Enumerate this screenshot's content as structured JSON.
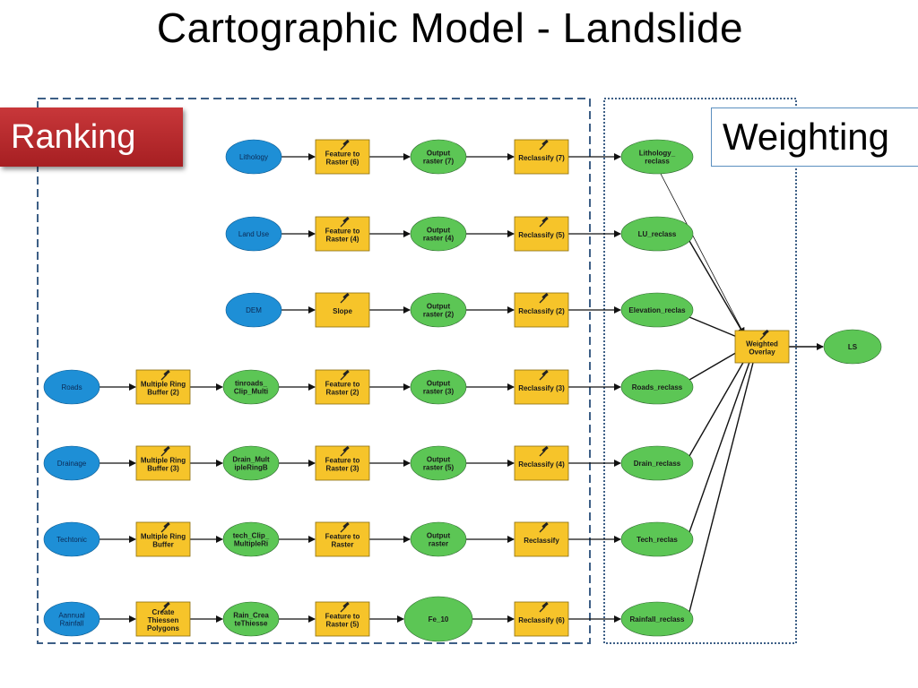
{
  "title": "Cartographic Model - Landslide",
  "labels": {
    "ranking": "Ranking",
    "weighting": "Weighting"
  },
  "colors": {
    "input": "#1e8fd6",
    "tool": "#f6c42a",
    "output": "#5cc655",
    "ranking_tag": "#b8282b",
    "frame": "#3d5f86"
  },
  "icons": {
    "tool": "hammer-icon"
  },
  "rows": [
    {
      "id": "lithology",
      "input": "Lithology",
      "steps": [
        {
          "kind": "tool",
          "lines": [
            "Feature to",
            "Raster (6)"
          ]
        },
        {
          "kind": "output",
          "lines": [
            "Output",
            "raster (7)"
          ]
        },
        {
          "kind": "tool",
          "lines": [
            "Reclassify (7)"
          ]
        }
      ],
      "result": [
        "Lithology_",
        "reclass"
      ]
    },
    {
      "id": "landuse",
      "input": "Land Use",
      "steps": [
        {
          "kind": "tool",
          "lines": [
            "Feature to",
            "Raster (4)"
          ]
        },
        {
          "kind": "output",
          "lines": [
            "Output",
            "raster (4)"
          ]
        },
        {
          "kind": "tool",
          "lines": [
            "Reclassify (5)"
          ]
        }
      ],
      "result": [
        "LU_reclass"
      ]
    },
    {
      "id": "dem",
      "input": "DEM",
      "steps": [
        {
          "kind": "tool",
          "lines": [
            "Slope"
          ]
        },
        {
          "kind": "output",
          "lines": [
            "Output",
            "raster (2)"
          ]
        },
        {
          "kind": "tool",
          "lines": [
            "Reclassify (2)"
          ]
        }
      ],
      "result": [
        "Elevation_reclas"
      ]
    },
    {
      "id": "roads",
      "input": "Roads",
      "pre": [
        {
          "kind": "tool",
          "lines": [
            "Multiple Ring",
            "Buffer (2)"
          ]
        },
        {
          "kind": "output",
          "lines": [
            "tinroads_",
            "Clip_Multi"
          ]
        }
      ],
      "steps": [
        {
          "kind": "tool",
          "lines": [
            "Feature to",
            "Raster (2)"
          ]
        },
        {
          "kind": "output",
          "lines": [
            "Output",
            "raster (3)"
          ]
        },
        {
          "kind": "tool",
          "lines": [
            "Reclassify (3)"
          ]
        }
      ],
      "result": [
        "Roads_reclass"
      ]
    },
    {
      "id": "drainage",
      "input": "Drainage",
      "pre": [
        {
          "kind": "tool",
          "lines": [
            "Multiple Ring",
            "Buffer (3)"
          ]
        },
        {
          "kind": "output",
          "lines": [
            "Drain_Mult",
            "ipleRingB"
          ]
        }
      ],
      "steps": [
        {
          "kind": "tool",
          "lines": [
            "Feature to",
            "Raster (3)"
          ]
        },
        {
          "kind": "output",
          "lines": [
            "Output",
            "raster (5)"
          ]
        },
        {
          "kind": "tool",
          "lines": [
            "Reclassify (4)"
          ]
        }
      ],
      "result": [
        "Drain_reclass"
      ]
    },
    {
      "id": "techtonic",
      "input": "Techtonic",
      "pre": [
        {
          "kind": "tool",
          "lines": [
            "Multiple Ring",
            "Buffer"
          ]
        },
        {
          "kind": "output",
          "lines": [
            "tech_Clip_",
            "MultipleRi"
          ]
        }
      ],
      "steps": [
        {
          "kind": "tool",
          "lines": [
            "Feature to",
            "Raster"
          ]
        },
        {
          "kind": "output",
          "lines": [
            "Output",
            "raster"
          ]
        },
        {
          "kind": "tool",
          "lines": [
            "Reclassify"
          ]
        }
      ],
      "result": [
        "Tech_reclas"
      ]
    },
    {
      "id": "rainfall",
      "input": "Aannual Rainfall",
      "input_lines": [
        "Aannual",
        "Rainfall"
      ],
      "pre": [
        {
          "kind": "tool",
          "lines": [
            "Create",
            "Thiessen",
            "Polygons"
          ]
        },
        {
          "kind": "output",
          "lines": [
            "Rain_Crea",
            "teThiesse"
          ]
        }
      ],
      "steps": [
        {
          "kind": "tool",
          "lines": [
            "Feature to",
            "Raster (5)"
          ]
        },
        {
          "kind": "output",
          "lines": [
            "Fe_10"
          ],
          "large": true
        },
        {
          "kind": "tool",
          "lines": [
            "Reclassify (6)"
          ]
        }
      ],
      "result": [
        "Rainfall_reclass"
      ]
    }
  ],
  "overlay": {
    "lines": [
      "Weighted",
      "Overlay"
    ]
  },
  "final": {
    "lines": [
      "LS"
    ]
  }
}
